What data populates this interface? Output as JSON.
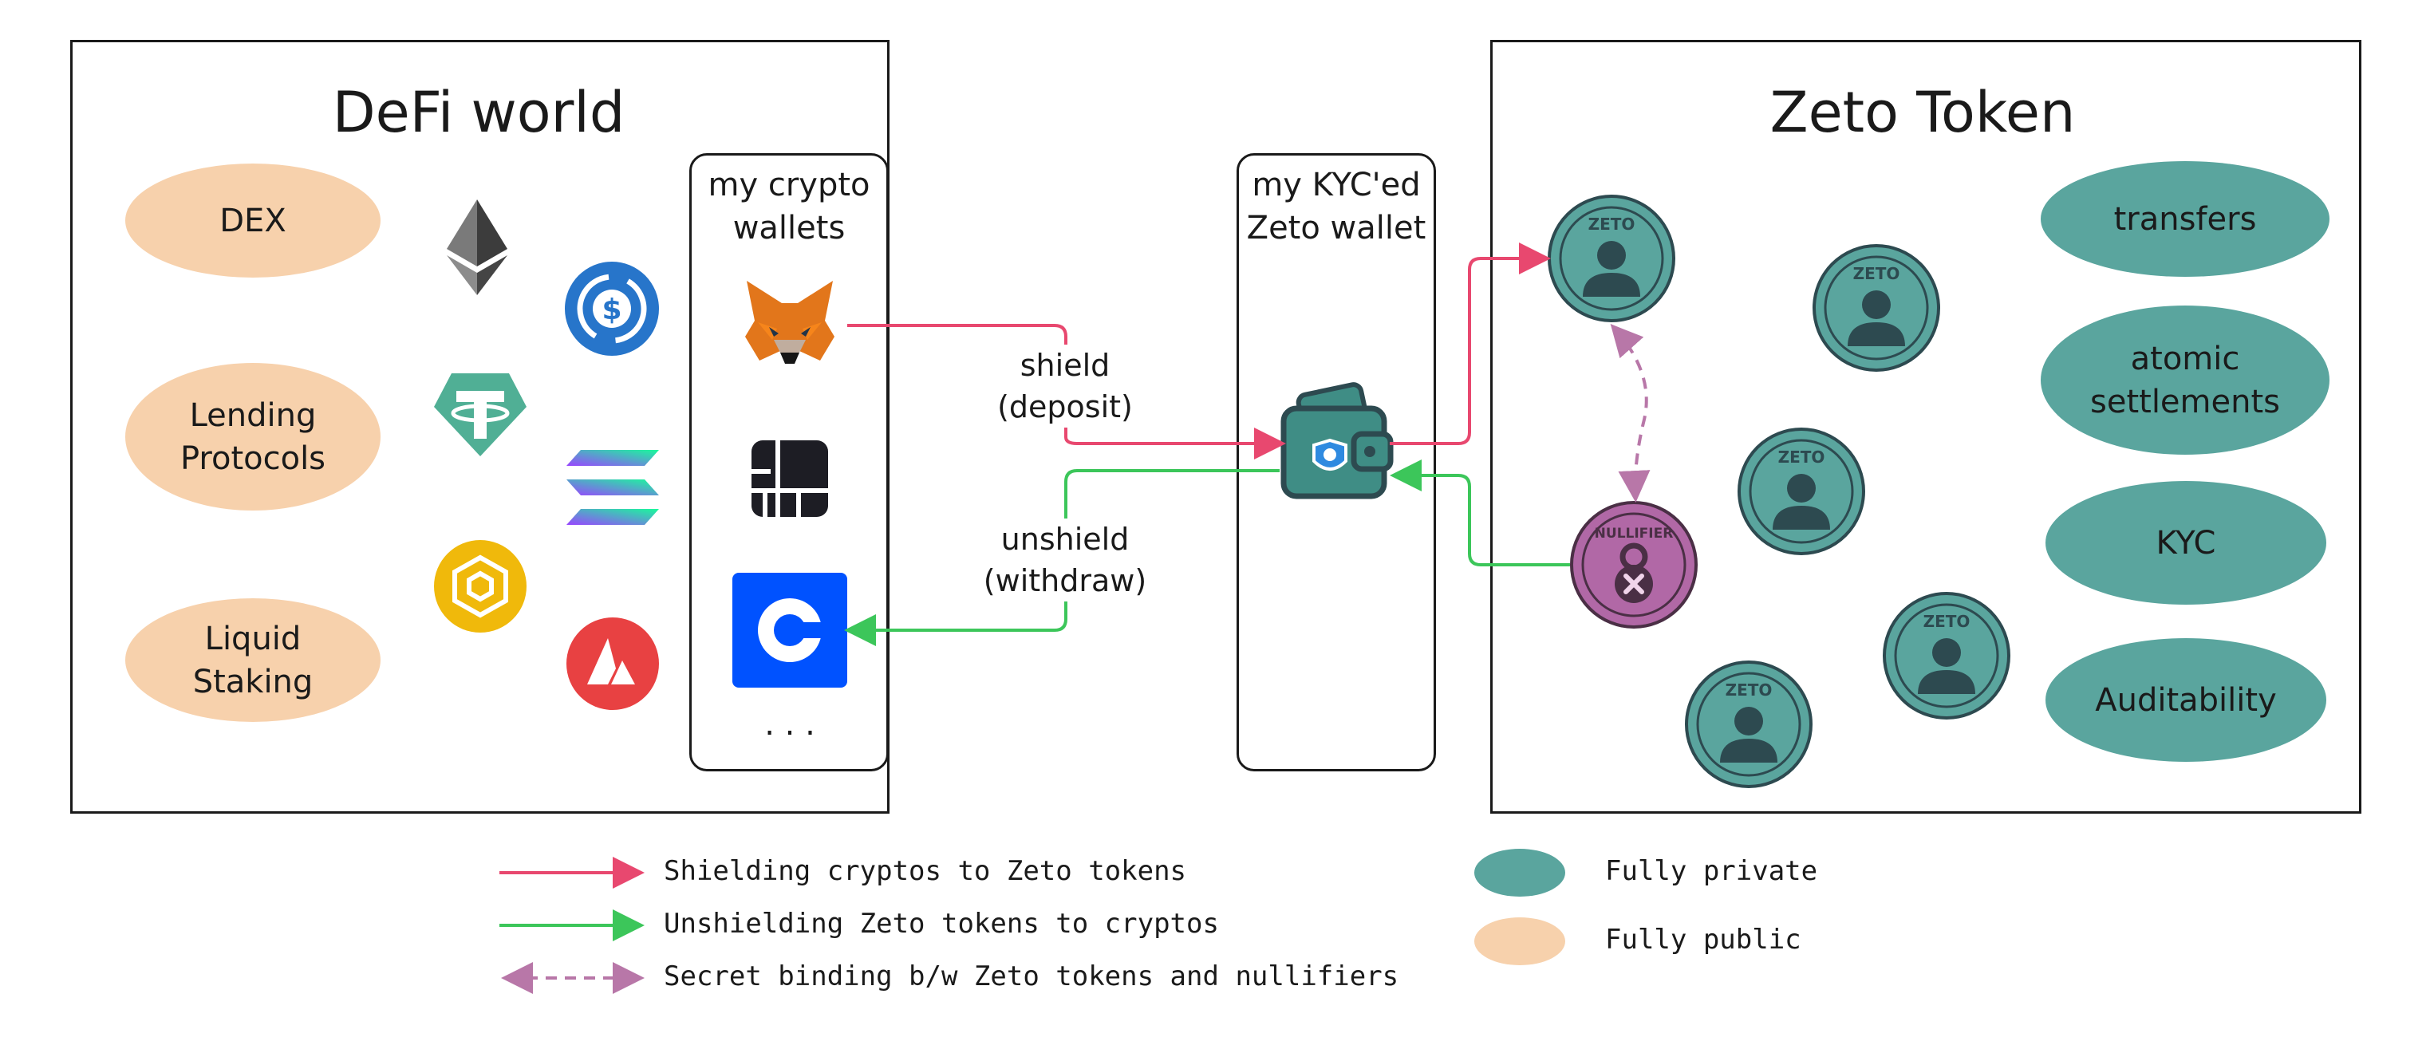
{
  "defi": {
    "title": "DeFi world",
    "ovals": [
      "DEX",
      "Lending\nProtocols",
      "Liquid\nStaking"
    ],
    "crypto_icons": [
      "ethereum-icon",
      "usdc-icon",
      "tether-icon",
      "solana-icon",
      "bnb-icon",
      "avalanche-icon"
    ]
  },
  "crypto_wallets": {
    "label": "my crypto\nwallets",
    "icons": [
      "metamask-icon",
      "ledger-icon",
      "coinbase-icon"
    ],
    "more": ". . ."
  },
  "flows": {
    "shield": "shield\n(deposit)",
    "unshield": "unshield\n(withdraw)"
  },
  "kyc_wallet": {
    "label": "my KYC'ed\nZeto wallet",
    "icon": "wallet-icon"
  },
  "zeto": {
    "title": "Zeto Token",
    "token_text": "ZETO",
    "nullifier_text": "NULLIFIER",
    "ovals": [
      "transfers",
      "atomic\nsettlements",
      "KYC",
      "Auditability"
    ]
  },
  "legend": {
    "items": [
      "Shielding cryptos to Zeto tokens",
      "Unshielding Zeto tokens to cryptos",
      "Secret binding b/w Zeto tokens and nullifiers",
      "Fully private",
      "Fully public"
    ]
  },
  "colors": {
    "shield": "#e8486f",
    "unshield": "#3cc65a",
    "binding": "#b877a8",
    "private": "#5aa59e",
    "public": "#f7d1ac",
    "token": "#3f8d85",
    "nullifier": "#b168a6"
  }
}
